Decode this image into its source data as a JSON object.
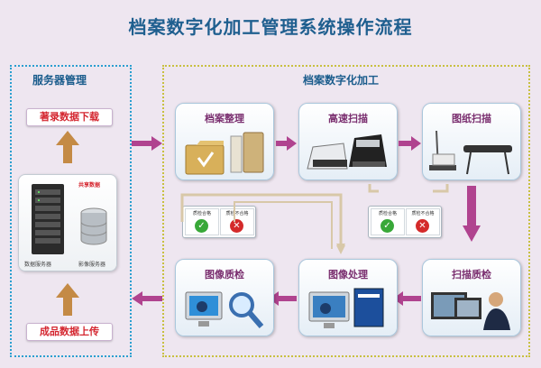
{
  "title": "档案数字化加工管理系统操作流程",
  "server_panel": {
    "label": "服务器管理",
    "download": "著录数据下载",
    "upload": "成品数据上传",
    "shared_data": "共享数据",
    "db_server": "数据服务器",
    "image_server": "影像服务器"
  },
  "process_panel": {
    "label": "档案数字化加工",
    "steps": {
      "archive_organize": "档案整理",
      "high_speed_scan": "高速扫描",
      "drawing_scan": "图纸扫描",
      "scan_qc": "扫描质检",
      "image_processing": "图像处理",
      "image_qc": "图像质检"
    }
  },
  "qc_results": {
    "pass": "质检合格",
    "fail": "质检不合格"
  },
  "colors": {
    "background": "#eee6f0",
    "arrow": "#b0438f",
    "accent": "#d4262f",
    "title": "#1f5f8f"
  },
  "icons": [
    "folders-icon",
    "high-speed-scanner-icon",
    "large-format-scanner-icon",
    "operator-monitor-icon",
    "image-software-icon",
    "magnifier-monitor-icon",
    "server-rack-icon",
    "database-icon",
    "check-icon",
    "cross-icon",
    "up-arrow-icon"
  ]
}
